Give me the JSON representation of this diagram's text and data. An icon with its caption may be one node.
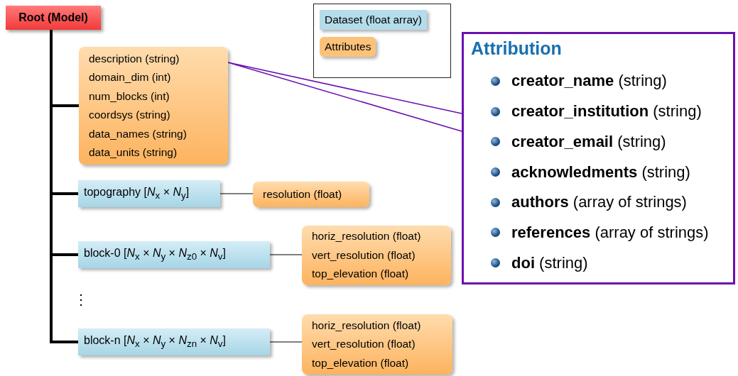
{
  "diagram": {
    "nodes": [
      {
        "text": [
          "Root (Model)"
        ]
      },
      {
        "text": [
          "description (string)",
          "domain_dim (int)",
          "num_blocks (int)",
          "coordsys (string)",
          "data_names (string)",
          "data_units (string)"
        ]
      },
      {
        "text": [
          "topography [*N*$_{x}$ × *N*$_{y}$]"
        ]
      },
      {
        "text": [
          "resolution (float)"
        ]
      },
      {
        "text": [
          "block-0 [*N*$_{x}$ × *N*$_{y}$ × *N*$_{z0}$ × *N*$_{v}$]"
        ]
      },
      {
        "text": [
          "horiz_resolution (float)",
          "vert_resolution (float)",
          "top_elevation (float)"
        ]
      },
      {
        "text": [
          "block-n [*N*$_{x}$ × *N*$_{y}$ × *N*$_{zn}$ × *N*$_{v}$]"
        ]
      },
      {
        "text": [
          "horiz_resolution (float)",
          "vert_resolution (float)",
          "top_elevation (float)"
        ]
      },
      {
        "text": [
          "Attribution",
          "**creator_name** (string)",
          "**creator_institution** (string)",
          "**creator_email** (string)",
          "**acknowledments** (string)",
          "**authors** (array of strings)",
          "**references** (array of strings)",
          "**doi** (string)"
        ]
      }
    ],
    "edges": [
      {
        "from": 0,
        "to": 1,
        "arrow": "none",
        "style": "thick"
      },
      {
        "from": 0,
        "to": 2,
        "arrow": "none",
        "style": "thick"
      },
      {
        "from": 0,
        "to": 4,
        "arrow": "none",
        "style": "thick"
      },
      {
        "from": 0,
        "to": 6,
        "arrow": "none",
        "style": "thick"
      },
      {
        "from": 2,
        "to": 3,
        "arrow": "none"
      },
      {
        "from": 4,
        "to": 5,
        "arrow": "none"
      },
      {
        "from": 6,
        "to": 7,
        "arrow": "none"
      },
      {
        "from": 1,
        "to": 8,
        "arrow": "none",
        "color": "#6a0fb0"
      }
    ],
    "labels": [
      "⋮"
    ],
    "legend": [
      {
        "text": "Dataset (float array)",
        "color": "#b4dcea"
      },
      {
        "text": "Attributes",
        "color": "#fcc27a"
      }
    ]
  }
}
